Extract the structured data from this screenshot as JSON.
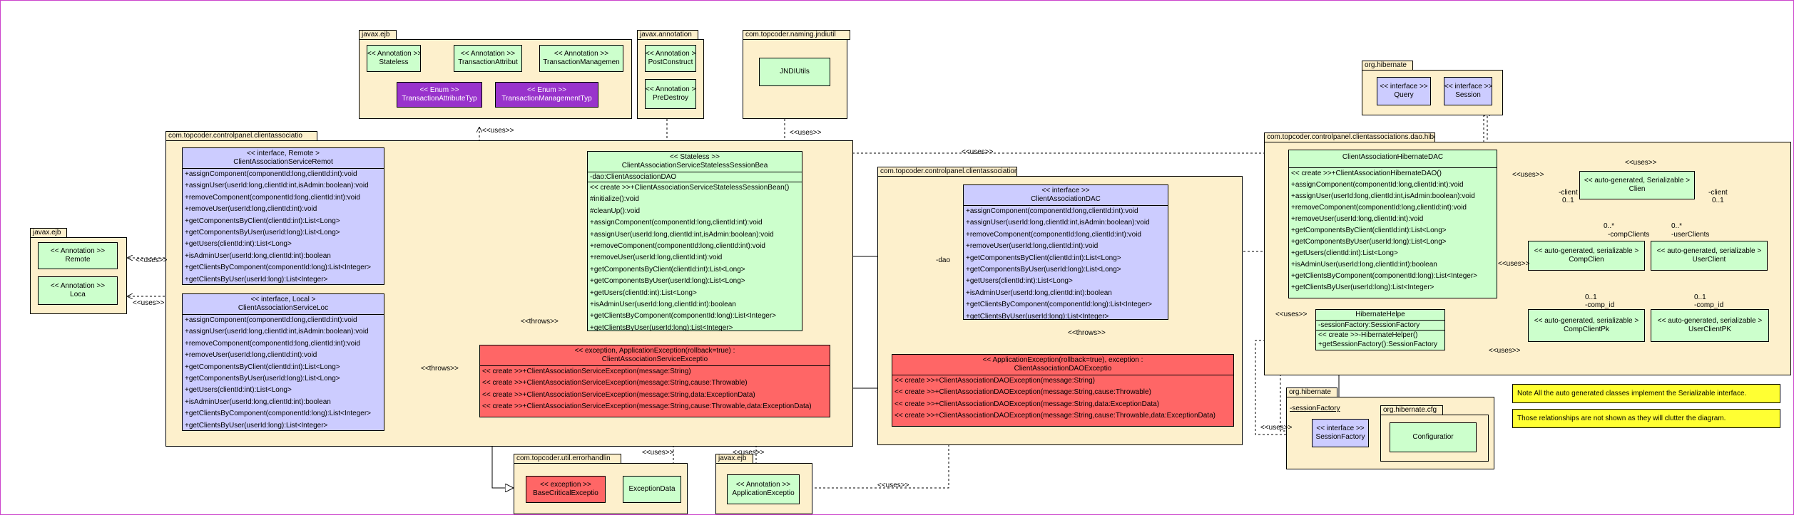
{
  "packages": {
    "javax_ejb_top": "javax.ejb",
    "javax_annotation": "javax.annotation",
    "jndiutil": "com.topcoder.naming.jndiutil",
    "hibernate_top": "org.hibernate",
    "clientassociatio": "com.topcoder.controlpanel.clientassociatio",
    "ejb_left": "javax.ejb",
    "dao_pkg": "com.topcoder.controlpanel.clientassociations.d",
    "dao_hibernate": "com.topcoder.controlpanel.clientassociations.dao.hiberna",
    "errorhandlin": "com.topcoder.util.errorhandlin",
    "ejb_bottom": "javax.ejb",
    "hibernate_bottom": "org.hibernate",
    "hibernate_cfg": "org.hibernate.cfg"
  },
  "ejb_annotations": {
    "stateless": {
      "stereo": "<< Annotation >>",
      "name": "Stateless"
    },
    "tx_attr": {
      "stereo": "<< Annotation >>",
      "name": "TransactionAttribut"
    },
    "tx_mgmt": {
      "stereo": "<< Annotation >>",
      "name": "TransactionManagemen"
    },
    "tx_attr_type": {
      "stereo": "<< Enum >>",
      "name": "TransactionAttributeTyp"
    },
    "tx_mgmt_type": {
      "stereo": "<< Enum >>",
      "name": "TransactionManagementTyp"
    }
  },
  "annotation_pkg": {
    "post": {
      "stereo": "<< Annotation >>",
      "name": "PostConstruct"
    },
    "pre": {
      "stereo": "<< Annotation >>",
      "name": "PreDestroy"
    }
  },
  "jndi": {
    "name": "JNDIUtils"
  },
  "hibernate_top": {
    "query": {
      "stereo": "<< interface >>",
      "name": "Query"
    },
    "session": {
      "stereo": "<< interface >>",
      "name": "Session"
    }
  },
  "ejb_left": {
    "remote": {
      "stereo": "<< Annotation >>",
      "name": "Remote"
    },
    "local": {
      "stereo": "<< Annotation >>",
      "name": "Loca"
    }
  },
  "remote_iface": {
    "stereo": "<< interface, Remote >",
    "name": "ClientAssociationServiceRemot",
    "ops": [
      "+assignComponent(componentId:long,clientId:int):void",
      "+assignUser(userId:long,clientId:int,isAdmin:boolean):void",
      "+removeComponent(componentId:long,clientId:int):void",
      "+removeUser(userId:long,clientId:int):void",
      "+getComponentsByClient(clientId:int):List<Long>",
      "+getComponentsByUser(userId:long):List<Long>",
      "+getUsers(clientId:int):List<Long>",
      "+isAdminUser(userId:long,clientId:int):boolean",
      "+getClientsByComponent(componentId:long):List<Integer>",
      "+getClientsByUser(userId:long):List<Integer>"
    ]
  },
  "local_iface": {
    "stereo": "<< interface, Local >",
    "name": "ClientAssociationServiceLoc",
    "ops": [
      "+assignComponent(componentId:long,clientId:int):void",
      "+assignUser(userId:long,clientId:int,isAdmin:boolean):void",
      "+removeComponent(componentId:long,clientId:int):void",
      "+removeUser(userId:long,clientId:int):void",
      "+getComponentsByClient(clientId:int):List<Long>",
      "+getComponentsByUser(userId:long):List<Long>",
      "+getUsers(clientId:int):List<Long>",
      "+isAdminUser(userId:long,clientId:int):boolean",
      "+getClientsByComponent(componentId:long):List<Integer>",
      "+getClientsByUser(userId:long):List<Integer>"
    ]
  },
  "session_bean": {
    "stereo": "<< Stateless >>",
    "name": "ClientAssociationServiceStatelessSessionBea",
    "attr": "-dao:ClientAssociationDAO",
    "ops": [
      "<< create >>+ClientAssociationServiceStatelessSessionBean()",
      "#initialize():void",
      "#cleanUp():void",
      "+assignComponent(componentId:long,clientId:int):void",
      "+assignUser(userId:long,clientId:int,isAdmin:boolean):void",
      "+removeComponent(componentId:long,clientId:int):void",
      "+removeUser(userId:long,clientId:int):void",
      "+getComponentsByClient(clientId:int):List<Long>",
      "+getComponentsByUser(userId:long):List<Long>",
      "+getUsers(clientId:int):List<Long>",
      "+isAdminUser(userId:long,clientId:int):boolean",
      "+getClientsByComponent(componentId:long):List<Integer>",
      "+getClientsByUser(userId:long):List<Integer>"
    ]
  },
  "service_exc": {
    "stereo": "<< exception, ApplicationException(rollback=true) :",
    "name": "ClientAssociationServiceExceptio",
    "ops": [
      "<< create >>+ClientAssociationServiceException(message:String)",
      "<< create >>+ClientAssociationServiceException(message:String,cause:Throwable)",
      "<< create >>+ClientAssociationServiceException(message:String,data:ExceptionData)",
      "<< create >>+ClientAssociationServiceException(message:String,cause:Throwable,data:ExceptionData)"
    ]
  },
  "dao_iface": {
    "stereo": "<< interface >>",
    "name": "ClientAssociationDAC",
    "ops": [
      "+assignComponent(componentId:long,clientId:int):void",
      "+assignUser(userId:long,clientId:int,isAdmin:boolean):void",
      "+removeComponent(componentId:long,clientId:int):void",
      "+removeUser(userId:long,clientId:int):void",
      "+getComponentsByClient(clientId:int):List<Long>",
      "+getComponentsByUser(userId:long):List<Long>",
      "+getUsers(clientId:int):List<Long>",
      "+isAdminUser(userId:long,clientId:int):boolean",
      "+getClientsByComponent(componentId:long):List<Integer>",
      "+getClientsByUser(userId:long):List<Integer>"
    ]
  },
  "dao_exc": {
    "stereo": "<< ApplicationException(rollback=true), exception :",
    "name": "ClientAssociationDAOExceptio",
    "ops": [
      "<< create >>+ClientAssociationDAOException(message:String)",
      "<< create >>+ClientAssociationDAOException(message:String,cause:Throwable)",
      "<< create >>+ClientAssociationDAOException(message:String,data:ExceptionData)",
      "<< create >>+ClientAssociationDAOException(message:String,cause:Throwable,data:ExceptionData)"
    ]
  },
  "hib_dao": {
    "name": "ClientAssociationHibernateDAC",
    "ops": [
      "<< create >>+ClientAssociationHibernateDAO()",
      "+assignComponent(componentId:long,clientId:int):void",
      "+assignUser(userId:long,clientId:int,isAdmin:boolean):void",
      "+removeComponent(componentId:long,clientId:int):void",
      "+removeUser(userId:long,clientId:int):void",
      "+getComponentsByClient(clientId:int):List<Long>",
      "+getComponentsByUser(userId:long):List<Long>",
      "+getUsers(clientId:int):List<Long>",
      "+isAdminUser(userId:long,clientId:int):boolean",
      "+getClientsByComponent(componentId:long):List<Integer>",
      "+getClientsByUser(userId:long):List<Integer>"
    ]
  },
  "hib_helper": {
    "name": "HibernateHelpe",
    "attr": "-sessionFactory:SessionFactory",
    "ops": [
      "<< create >>-HibernateHelper()",
      "+getSessionFactory():SessionFactory"
    ]
  },
  "entities": {
    "client": {
      "stereo": "<< auto-generated, Serializable >",
      "name": "Clien"
    },
    "comp_client": {
      "stereo": "<< auto-generated, serializable >",
      "name": "CompClien"
    },
    "user_client": {
      "stereo": "<< auto-generated, serializable >",
      "name": "UserClient"
    },
    "comp_client_pk": {
      "stereo": "<< auto-generated, serializable >",
      "name": "CompClientPk"
    },
    "user_client_pk": {
      "stereo": "<< auto-generated, serializable >",
      "name": "UserClientPK"
    }
  },
  "hibernate_bottom": {
    "session_factory_label": "-sessionFactory",
    "session_factory": {
      "stereo": "<< interface >>",
      "name": "SessionFactory"
    },
    "configuration": {
      "name": "Configuratior"
    }
  },
  "errorhandling": {
    "base": {
      "stereo": "<< exception >>",
      "name": "BaseCriticalExceptio"
    },
    "data": {
      "name": "ExceptionData"
    }
  },
  "ejb_bottom": {
    "app_exc": {
      "stereo": "<< Annotation >>",
      "name": "ApplicationExceptio"
    }
  },
  "notes": {
    "note1": "Note All the auto generated classes implement the Serializable interface.",
    "note2": "Those relationships are not shown as they will clutter the diagram."
  },
  "labels": {
    "uses": "<<uses>>",
    "throws": "<<throws>>",
    "dao": "-dao",
    "client_left": "-client",
    "client_right": "-client",
    "mult_01_a": "0..1",
    "mult_01_b": "0..1",
    "mult_star_a": "0..*",
    "mult_star_b": "0..*",
    "comp_clients": "-compClients",
    "user_clients": "-userClients",
    "mult_01_c": "0..1",
    "mult_01_d": "0..1",
    "comp_id_a": "-comp_id",
    "comp_id_b": "-comp_id"
  }
}
